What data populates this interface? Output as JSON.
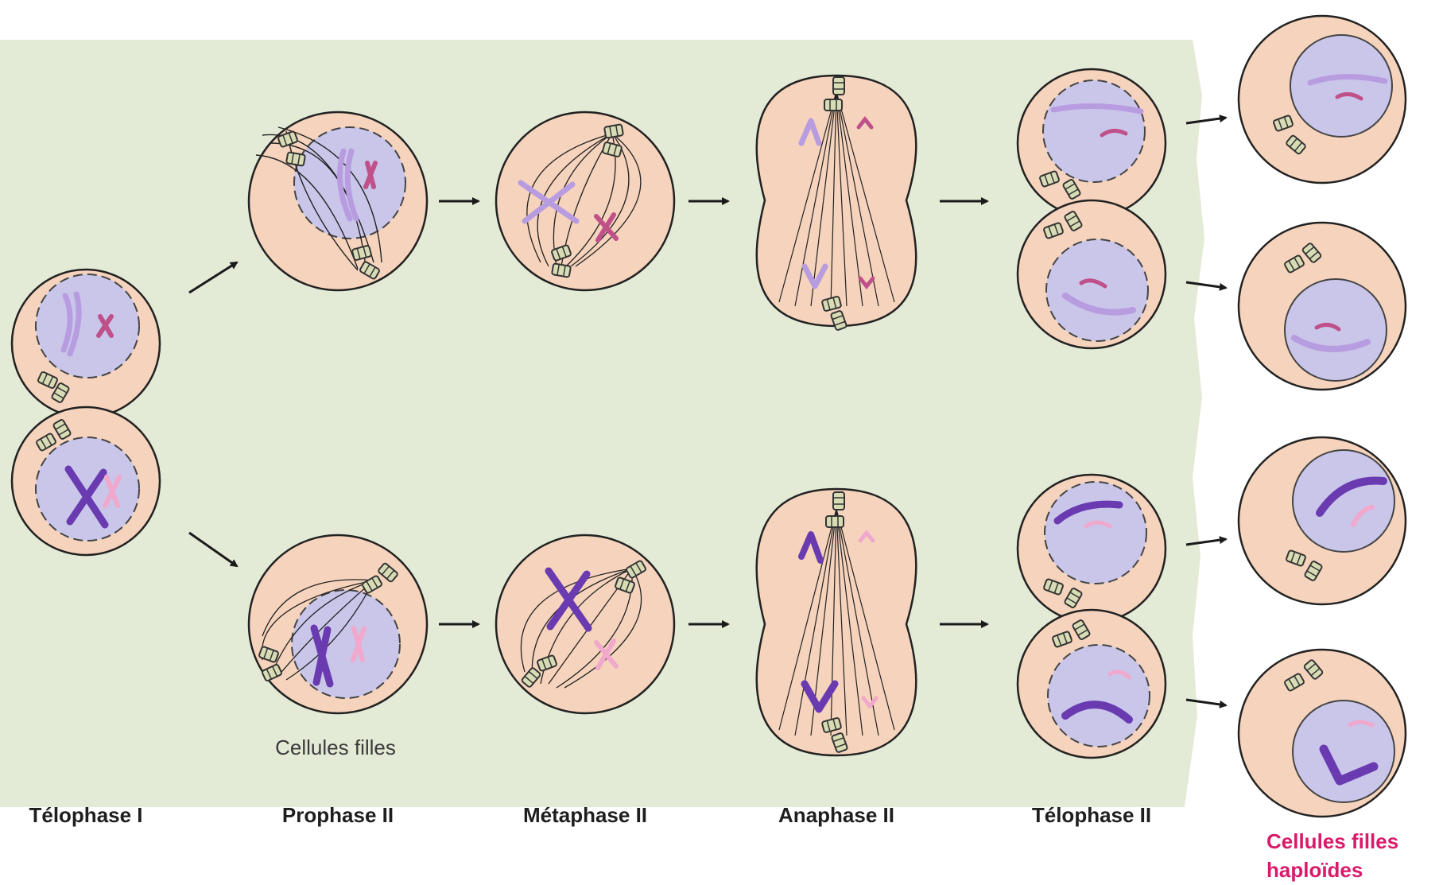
{
  "stages": [
    {
      "id": "telophase-1",
      "label": "Télophase I"
    },
    {
      "id": "prophase-2",
      "label": "Prophase II"
    },
    {
      "id": "metaphase-2",
      "label": "Métaphase II"
    },
    {
      "id": "anaphase-2",
      "label": "Anaphase II"
    },
    {
      "id": "telophase-2",
      "label": "Télophase II"
    }
  ],
  "annotations": {
    "daughter_cells": "Cellules filles",
    "result_line1": "Cellules filles",
    "result_line2": "haploïdes"
  },
  "colors": {
    "panel_background": "#e3ead5",
    "cytoplasm": "#f6d3bc",
    "nucleus": "#c9c6ea",
    "chromosome_light_purple": "#b89ce0",
    "chromosome_dark_purple": "#6a3bb0",
    "chromosome_magenta": "#c0508a",
    "chromosome_pink": "#f0a8cc",
    "centrosome": "#d8dcb5",
    "result_text": "#d81b6a"
  }
}
